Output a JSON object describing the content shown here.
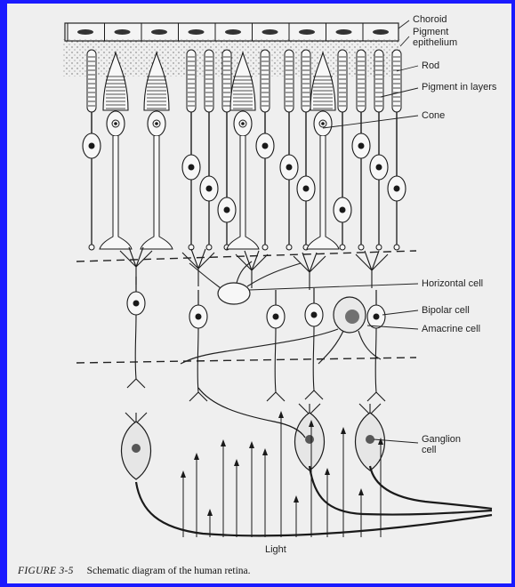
{
  "labels": {
    "choroid": "Choroid",
    "pigment_epithelium_line1": "Pigment",
    "pigment_epithelium_line2": "epithelium",
    "rod": "Rod",
    "pigment_in_layers": "Pigment in layers",
    "cone": "Cone",
    "horizontal_cell": "Horizontal cell",
    "bipolar_cell": "Bipolar cell",
    "amacrine_cell": "Amacrine cell",
    "ganglion_cell_line1": "Ganglion",
    "ganglion_cell_line2": "cell",
    "light": "Light"
  },
  "caption": {
    "figure_number": "FIGURE 3-5",
    "text": "Schematic diagram of the human retina."
  },
  "colors": {
    "frame": "#1a1aff",
    "page": "#efefef",
    "ink": "#1a1a1a"
  }
}
